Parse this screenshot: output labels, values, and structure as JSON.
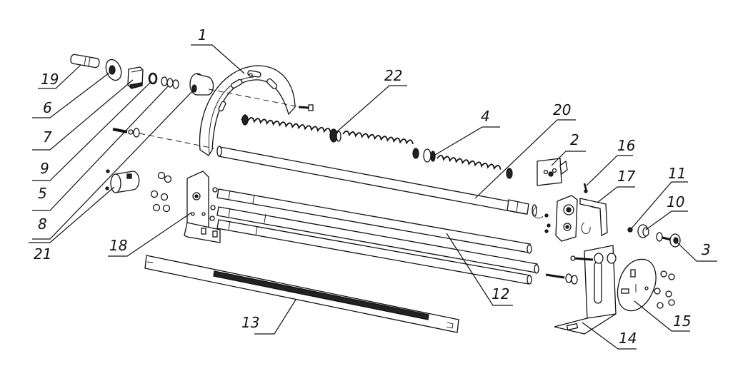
{
  "diagram": {
    "style": "exploded-assembly line drawing",
    "line_color": "#111111",
    "background_color": "#ffffff"
  },
  "parts": [
    {
      "id": "p1",
      "number": "1"
    },
    {
      "id": "p2",
      "number": "2"
    },
    {
      "id": "p3",
      "number": "3"
    },
    {
      "id": "p4",
      "number": "4"
    },
    {
      "id": "p5",
      "number": "5"
    },
    {
      "id": "p6",
      "number": "6"
    },
    {
      "id": "p7",
      "number": "7"
    },
    {
      "id": "p8",
      "number": "8"
    },
    {
      "id": "p9",
      "number": "9"
    },
    {
      "id": "p10",
      "number": "10"
    },
    {
      "id": "p11",
      "number": "11"
    },
    {
      "id": "p12",
      "number": "12"
    },
    {
      "id": "p13",
      "number": "13"
    },
    {
      "id": "p14",
      "number": "14"
    },
    {
      "id": "p15",
      "number": "15"
    },
    {
      "id": "p16",
      "number": "16"
    },
    {
      "id": "p17",
      "number": "17"
    },
    {
      "id": "p18",
      "number": "18"
    },
    {
      "id": "p19",
      "number": "19"
    },
    {
      "id": "p20",
      "number": "20"
    },
    {
      "id": "p21",
      "number": "21"
    },
    {
      "id": "p22",
      "number": "22"
    }
  ]
}
